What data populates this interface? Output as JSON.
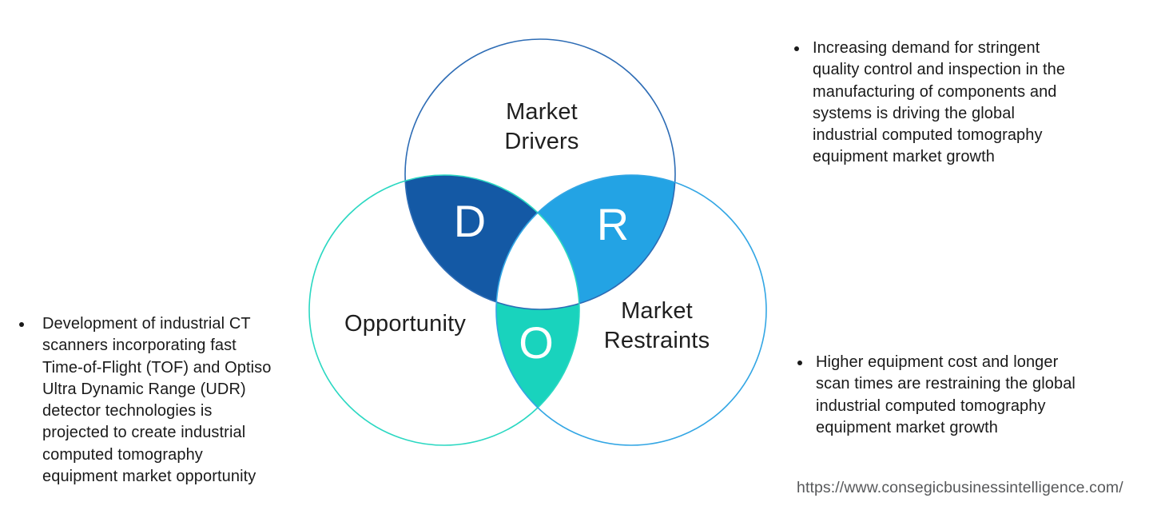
{
  "venn": {
    "circles": {
      "drivers": {
        "label_lines": [
          "Market",
          "Drivers"
        ],
        "stroke": "#2D6CB5"
      },
      "opportunity": {
        "label_lines": [
          "Opportunity"
        ],
        "stroke": "#2BD8C2"
      },
      "restraints": {
        "label_lines": [
          "Market",
          "Restraints"
        ],
        "stroke": "#33A6E4"
      }
    },
    "regions": {
      "d": {
        "letter": "D",
        "fill": "#1459A5"
      },
      "r": {
        "letter": "R",
        "fill": "#23A3E4"
      },
      "o": {
        "letter": "O",
        "fill": "#19D3BD"
      }
    }
  },
  "bullets": {
    "left": {
      "lines": [
        "Development of industrial CT",
        "scanners incorporating fast",
        "Time-of-Flight (TOF) and Optiso",
        "Ultra Dynamic Range (UDR)",
        "detector technologies is",
        "projected to create industrial",
        "computed tomography",
        "equipment market opportunity"
      ]
    },
    "right_top": {
      "lines": [
        "Increasing demand for stringent",
        "quality control and inspection in the",
        "manufacturing of components and",
        "systems is driving the global",
        "industrial computed tomography",
        "equipment market growth"
      ]
    },
    "right_bottom": {
      "lines": [
        "Higher equipment cost and longer",
        "scan times are restraining the global",
        "industrial computed tomography",
        "equipment market growth"
      ]
    }
  },
  "footer": {
    "url": "https://www.consegicbusinessintelligence.com/"
  },
  "colors": {
    "label_text": "#1F1F1F",
    "bullet_text": "#1A1A1A",
    "url_text": "#58595B",
    "letter_text": "#FFFFFF",
    "background": "#FFFFFF"
  }
}
